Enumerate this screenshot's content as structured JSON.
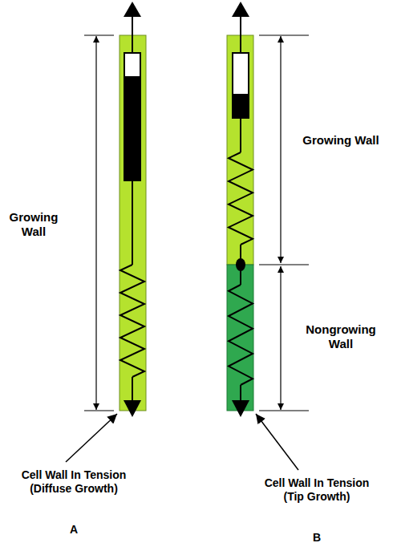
{
  "diagram": {
    "labels": [
      "Growing Wall",
      "Growing Wall",
      "Nongrowing Wall",
      "Cell Wall In Tension (Diffuse Growth)",
      "A",
      "Cell Wall In Tension (Tip Growth)",
      "B"
    ]
  }
}
